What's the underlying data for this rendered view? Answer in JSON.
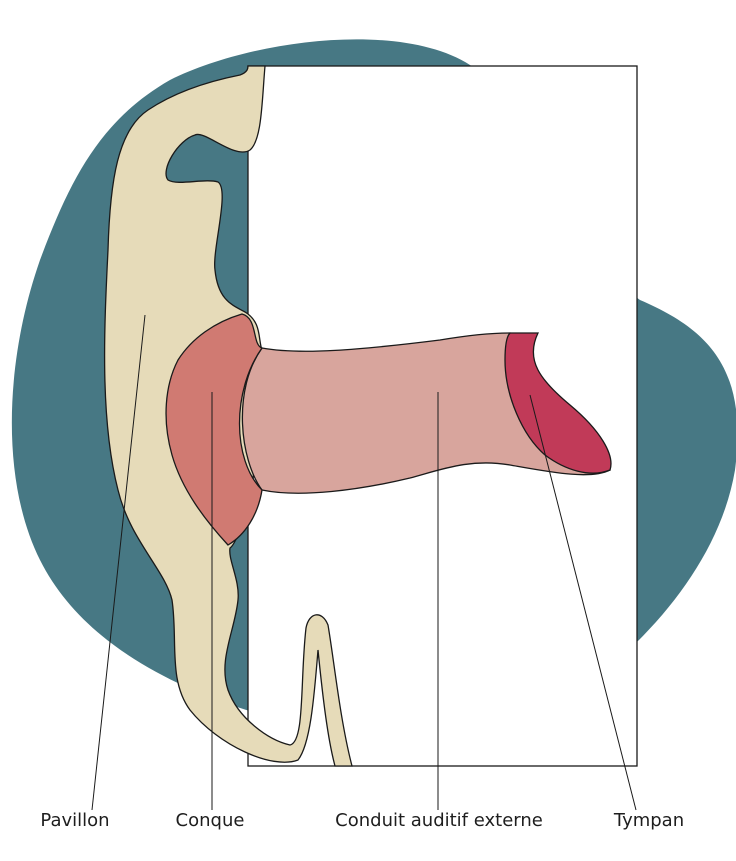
{
  "labels": {
    "pavillon": "Pavillon",
    "conque": "Conque",
    "conduit": "Conduit auditif externe",
    "tympan": "Tympan"
  },
  "colors": {
    "background_blob": "#477884",
    "pinna": "#e6dbb9",
    "conque": "#d07a72",
    "canal": "#d8a59d",
    "tympan": "#c13a58",
    "outline": "#1a1a1a"
  }
}
